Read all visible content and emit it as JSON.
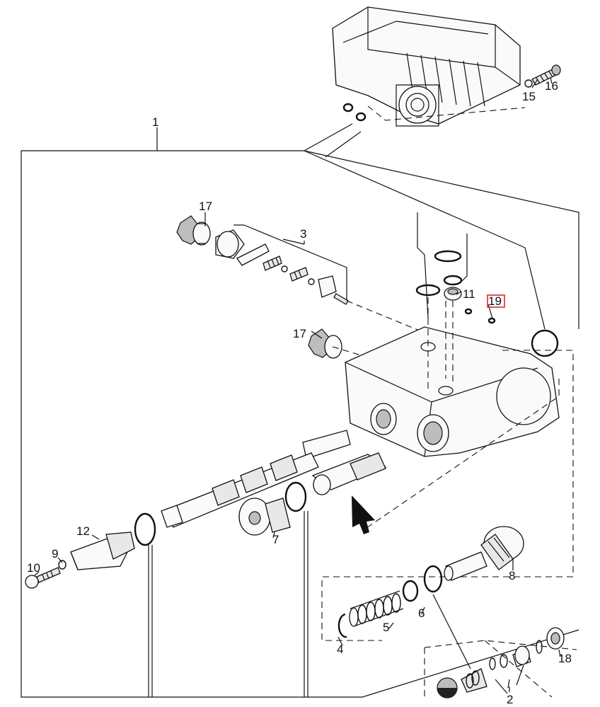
{
  "diagram": {
    "callouts": [
      {
        "id": "c1",
        "text": "1"
      },
      {
        "id": "c2",
        "text": "2"
      },
      {
        "id": "c3",
        "text": "3"
      },
      {
        "id": "c4",
        "text": "4"
      },
      {
        "id": "c5",
        "text": "5"
      },
      {
        "id": "c6",
        "text": "6"
      },
      {
        "id": "c7",
        "text": "7"
      },
      {
        "id": "c8",
        "text": "8"
      },
      {
        "id": "c9",
        "text": "9"
      },
      {
        "id": "c10",
        "text": "10"
      },
      {
        "id": "c11",
        "text": "11"
      },
      {
        "id": "c12",
        "text": "12"
      },
      {
        "id": "c15",
        "text": "15"
      },
      {
        "id": "c16",
        "text": "16"
      },
      {
        "id": "c17a",
        "text": "17"
      },
      {
        "id": "c17b",
        "text": "17"
      },
      {
        "id": "c18",
        "text": "18"
      },
      {
        "id": "c19",
        "text": "19"
      }
    ],
    "highlighted_callout": "19",
    "highlight_color": "#e0282a",
    "line_color": "#111111"
  }
}
